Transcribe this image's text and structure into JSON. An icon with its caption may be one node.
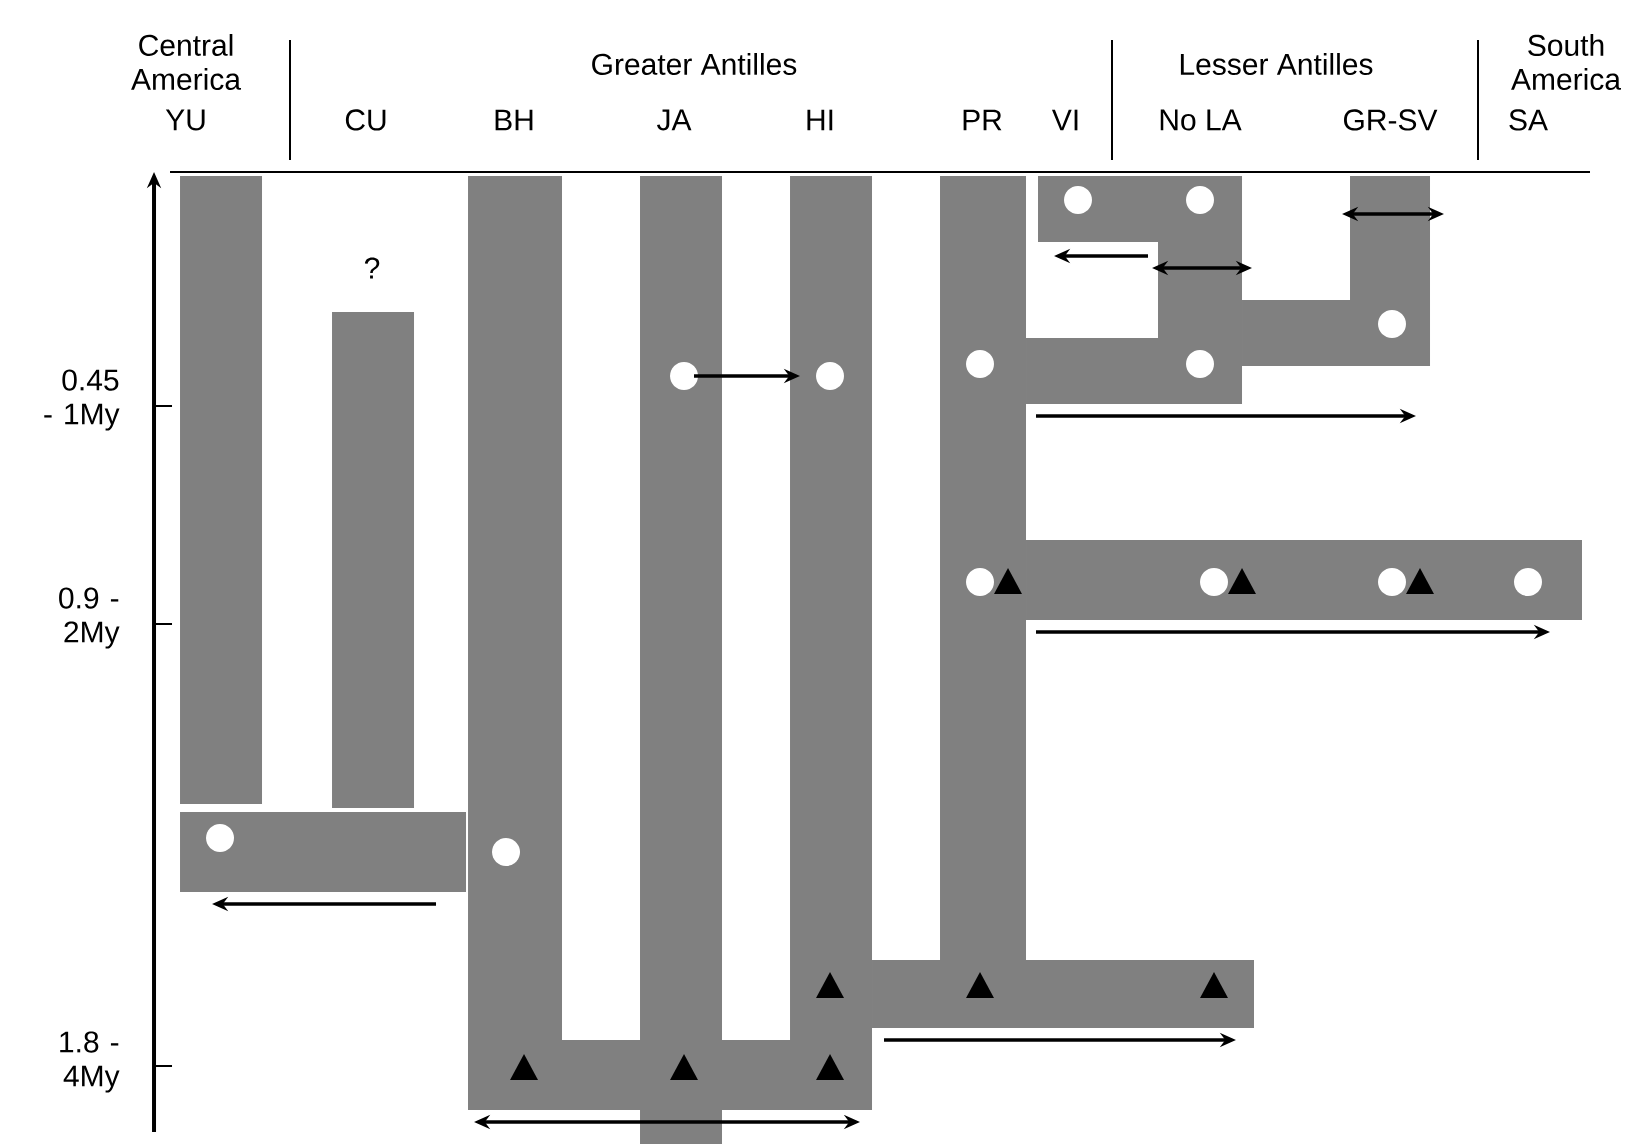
{
  "diagram": {
    "labels": [
      "Central America",
      "Greater Antilles",
      "Lesser Antilles",
      "South America",
      "YU",
      "CU",
      "BH",
      "JA",
      "HI",
      "PR",
      "VI",
      "No LA",
      "GR-SV",
      "SA",
      "?",
      "0.45 - 1My",
      "0.9 - 2My",
      "1.8 - 4My"
    ]
  }
}
